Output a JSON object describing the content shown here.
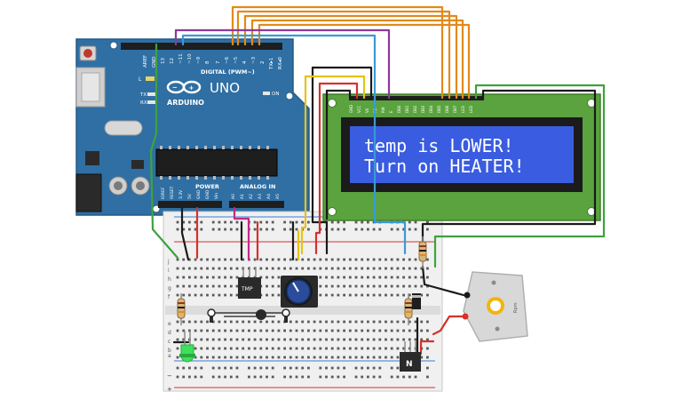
{
  "arduino": {
    "model": "UNO",
    "brand": "ARDUINO",
    "digital_label": "DIGITAL (PWM~)",
    "power_label": "POWER",
    "analog_label": "ANALOG IN",
    "led_l": "L",
    "led_tx": "TX",
    "led_rx": "RX",
    "led_on": "ON",
    "header_top": [
      "AREF",
      "GND",
      "13",
      "12",
      "~11",
      "~10",
      "~9",
      "8",
      "7",
      "~6",
      "~5",
      "4",
      "~3",
      "2",
      "TX▸1",
      "RX◂0"
    ],
    "header_power": [
      "IOREF",
      "RESET",
      "3.3V",
      "5V",
      "GND",
      "GND",
      "Vin"
    ],
    "header_analog": [
      "A0",
      "A1",
      "A2",
      "A3",
      "A4",
      "A5"
    ]
  },
  "lcd": {
    "line1": "temp is LOWER!",
    "line2": "Turn on HEATER!",
    "pin_labels": [
      "GND",
      "VCC",
      "V0",
      "RS",
      "RW",
      "E",
      "DB0",
      "DB1",
      "DB2",
      "DB3",
      "DB4",
      "DB5",
      "DB6",
      "DB7",
      "LED",
      "LED"
    ]
  },
  "components": {
    "temp_sensor_label": "TMP",
    "transistor_label": "N",
    "motor_label": "Rpm"
  },
  "breadboard": {
    "row_letters_top": [
      "j",
      "i",
      "h",
      "g",
      "f"
    ],
    "row_letters_bottom": [
      "e",
      "d",
      "c",
      "b",
      "a"
    ],
    "rail_plus": "+",
    "rail_minus": "−"
  },
  "colors": {
    "arduino_board": "#2f6fa3",
    "lcd_pcb": "#5aa33e",
    "lcd_screen": "#3a5ce0",
    "wire_orange": "#e28a1c",
    "wire_purple": "#8a3a9a",
    "wire_green": "#3ea23e",
    "wire_black": "#1a1a1a",
    "wire_red": "#d6312b",
    "wire_yellow": "#e6c21a",
    "wire_blue": "#3a9ad6",
    "wire_magenta": "#c02a8a"
  }
}
